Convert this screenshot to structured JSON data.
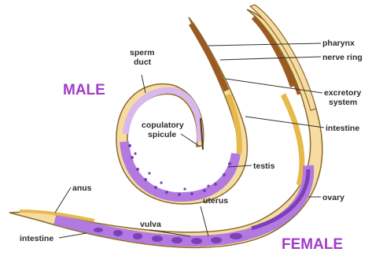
{
  "labels": {
    "male": "MALE",
    "female": "FEMALE",
    "sperm_duct_line1": "sperm",
    "sperm_duct_line2": "duct",
    "copulatory_line1": "copulatory",
    "copulatory_line2": "spicule",
    "testis": "testis",
    "pharynx": "pharynx",
    "nerve_ring": "nerve ring",
    "excretory_line1": "excretory",
    "excretory_line2": "system",
    "intestine_right": "intestine",
    "ovary": "ovary",
    "uterus": "uterus",
    "vulva": "vulva",
    "anus": "anus",
    "intestine_left": "intestine"
  },
  "colors": {
    "male_label": "#a23bc8",
    "female_label": "#a23bc8",
    "body_fill": "#f6dca0",
    "body_outline": "#8a6a2a",
    "intestine": "#e7b84a",
    "pharynx": "#9a5a22",
    "reproductive": "#b27ae0",
    "reproductive_dark": "#7b3fb8"
  }
}
